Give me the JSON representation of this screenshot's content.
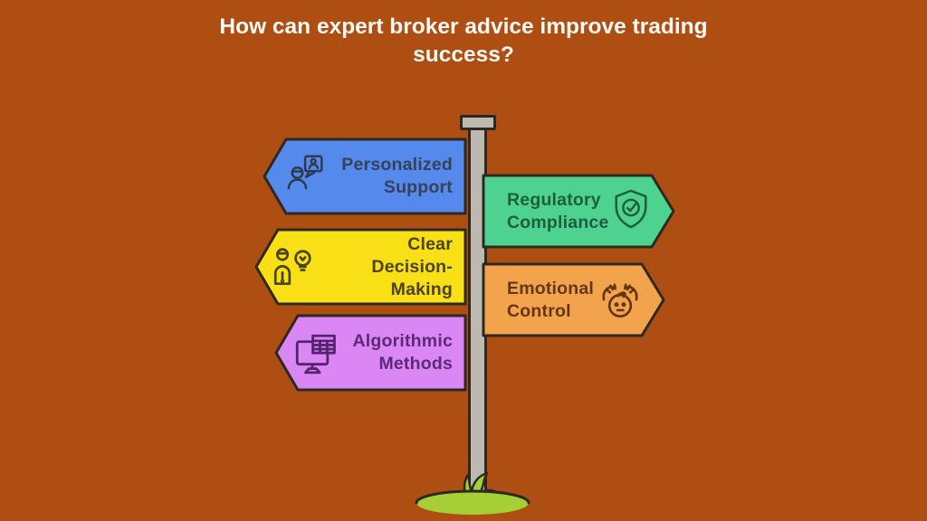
{
  "title": {
    "line1": "How can expert broker advice improve trading",
    "line2": "success?"
  },
  "signs": [
    {
      "name": "personalized-support",
      "side": "left",
      "line1": "Personalized",
      "line2": "Support",
      "color": "#5689EC",
      "text_color": "#36415A",
      "icon_color": "#2E3A50",
      "icon": "person-chat-icon"
    },
    {
      "name": "regulatory-compliance",
      "side": "right",
      "line1": "Regulatory",
      "line2": "Compliance",
      "color": "#4ED290",
      "text_color": "#1E5E3C",
      "icon_color": "#1E5E3C",
      "icon": "shield-check-icon"
    },
    {
      "name": "clear-decision-making",
      "side": "left",
      "line1": "Clear Decision-",
      "line2": "Making",
      "color": "#F9DF16",
      "text_color": "#4A4313",
      "icon_color": "#4A4313",
      "icon": "person-lightbulb-icon"
    },
    {
      "name": "emotional-control",
      "side": "right",
      "line1": "Emotional",
      "line2": "Control",
      "color": "#F4A34D",
      "text_color": "#643614",
      "icon_color": "#643614",
      "icon": "calm-face-icon"
    },
    {
      "name": "algorithmic-methods",
      "side": "left",
      "line1": "Algorithmic",
      "line2": "Methods",
      "color": "#DA87F5",
      "text_color": "#5C2B77",
      "icon_color": "#55246E",
      "icon": "monitor-table-icon"
    }
  ],
  "colors": {
    "background": "#AF4E12",
    "pole": "#BDB9B1",
    "outline": "#2D2921",
    "grass": "#A5CF35",
    "title_text": "#FDF9F4"
  }
}
